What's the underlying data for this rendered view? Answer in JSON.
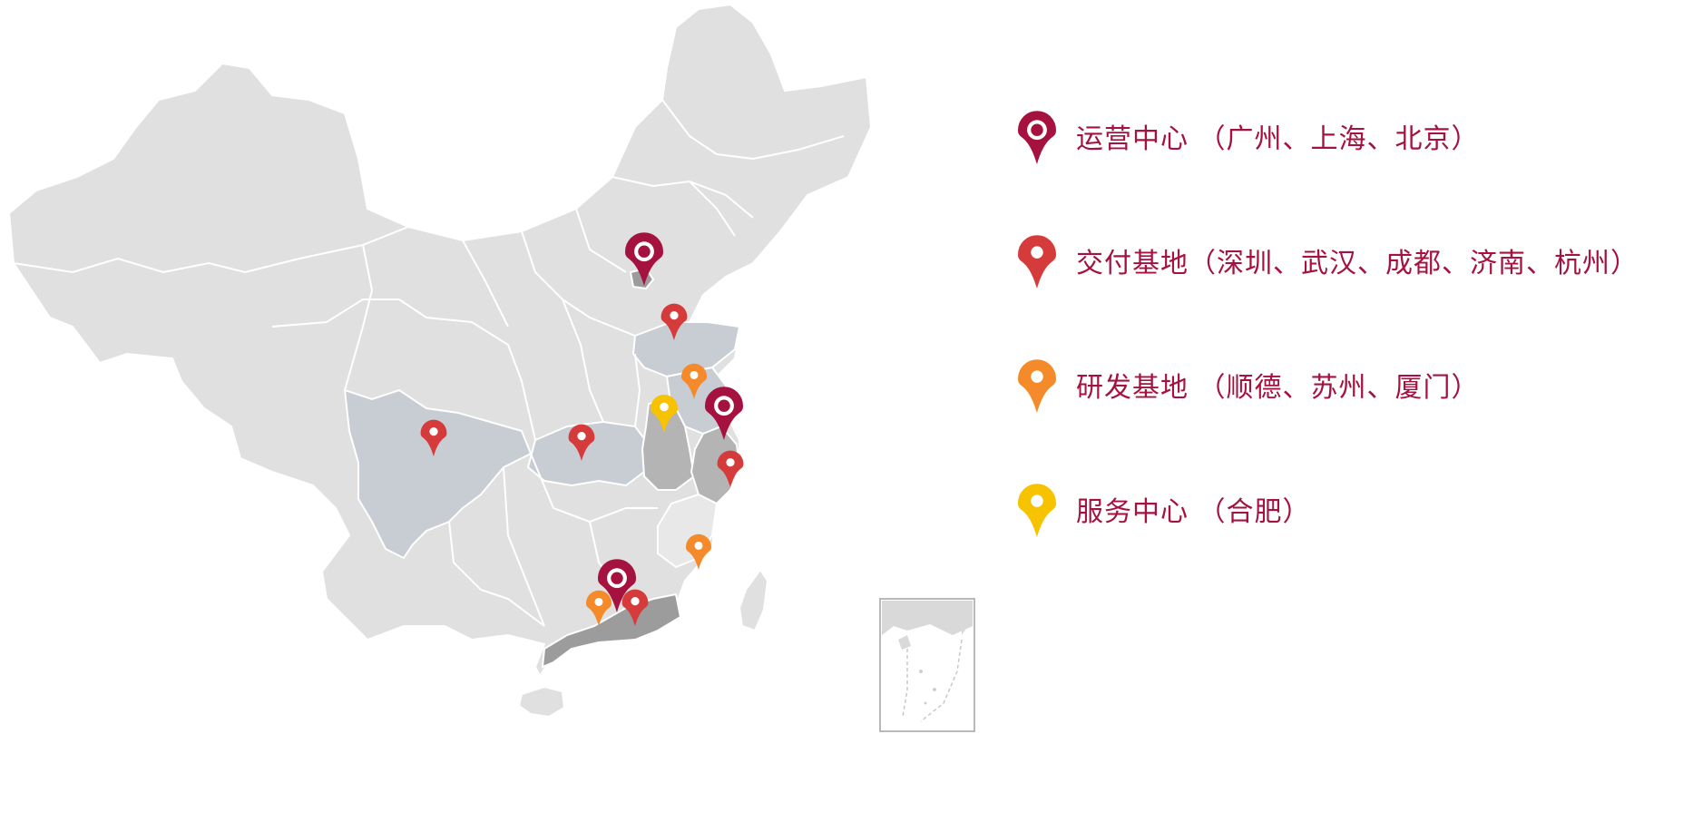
{
  "colors": {
    "label_text": "#a5123f",
    "base_region": "#e0e0e0",
    "region_border": "#ffffff",
    "highlight_light": "#c8ccd3",
    "highlight_dark": "#a8a8a8",
    "inset_border": "#b9b9b9"
  },
  "legend": [
    {
      "name": "ops-center",
      "text": "运营中心 （广州、上海、北京）",
      "color": "#a5123f",
      "ring": true
    },
    {
      "name": "delivery-base",
      "text": "交付基地（深圳、武汉、成都、济南、杭州）",
      "color": "#d63b3b",
      "ring": false
    },
    {
      "name": "rd-base",
      "text": "研发基地 （顺德、苏州、厦门）",
      "color": "#f58a2a",
      "ring": false
    },
    {
      "name": "service-center",
      "text": "服务中心 （合肥）",
      "color": "#f7c300",
      "ring": false
    }
  ],
  "map_pins": [
    {
      "name": "beijing-pin",
      "category": "ops-center",
      "color": "#a5123f",
      "ring": true
    },
    {
      "name": "shanghai-pin",
      "category": "ops-center",
      "color": "#a5123f",
      "ring": true
    },
    {
      "name": "guangzhou-pin",
      "category": "ops-center",
      "color": "#a5123f",
      "ring": true
    },
    {
      "name": "jinan-pin",
      "category": "delivery-base",
      "color": "#d63b3b",
      "ring": false
    },
    {
      "name": "chengdu-pin",
      "category": "delivery-base",
      "color": "#d63b3b",
      "ring": false
    },
    {
      "name": "wuhan-pin",
      "category": "delivery-base",
      "color": "#d63b3b",
      "ring": false
    },
    {
      "name": "hangzhou-pin",
      "category": "delivery-base",
      "color": "#d63b3b",
      "ring": false
    },
    {
      "name": "shenzhen-pin",
      "category": "delivery-base",
      "color": "#d63b3b",
      "ring": false
    },
    {
      "name": "suzhou-pin",
      "category": "rd-base",
      "color": "#f58a2a",
      "ring": false
    },
    {
      "name": "xiamen-pin",
      "category": "rd-base",
      "color": "#f58a2a",
      "ring": false
    },
    {
      "name": "shunde-pin",
      "category": "rd-base",
      "color": "#f58a2a",
      "ring": false
    },
    {
      "name": "hefei-pin",
      "category": "service-center",
      "color": "#f7c300",
      "ring": false
    }
  ]
}
